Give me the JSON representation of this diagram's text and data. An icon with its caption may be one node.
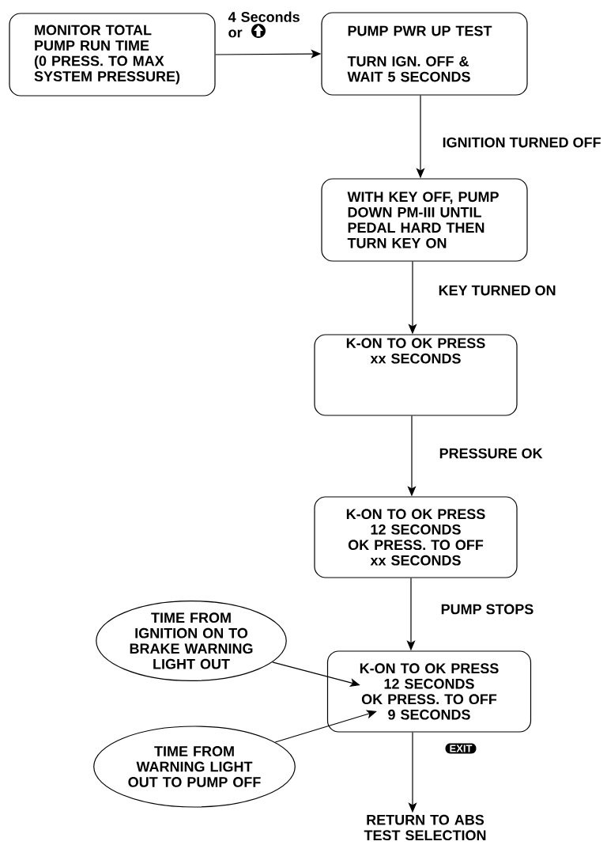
{
  "diagram": {
    "nodes": [
      {
        "text": [
          "MONITOR TOTAL PUMP RUN TIME (0 PRESS. TO MAX SYSTEM PRESSURE)"
        ]
      },
      {
        "text": [
          "PUMP PWR UP TEST",
          "TURN IGN. OFF & WAIT 5 SECONDS"
        ]
      },
      {
        "text": [
          "WITH KEY OFF, PUMP DOWN PM-III UNTIL PEDAL HARD THEN TURN KEY ON"
        ]
      },
      {
        "text": [
          "K-ON TO OK PRESS",
          "xx SECONDS"
        ]
      },
      {
        "text": [
          "K-ON TO OK PRESS",
          "12 SECONDS",
          "OK PRESS. TO OFF",
          "xx SECONDS"
        ]
      },
      {
        "text": [
          "TIME FROM IGNITION ON TO BRAKE WARNING LIGHT OUT"
        ]
      },
      {
        "text": [
          "K-ON TO OK PRESS",
          "12 SECONDS",
          "OK PRESS. TO OFF",
          "9 SECONDS"
        ]
      },
      {
        "text": [
          "TIME FROM WARNING LIGHT OUT TO PUMP OFF"
        ]
      },
      {
        "text": [
          "RETURN TO ABS TEST SELECTION"
        ]
      }
    ],
    "edges": [
      {
        "from": 0,
        "to": 1,
        "arrow": "to",
        "label": "4 Seconds or"
      },
      {
        "from": 1,
        "to": 2,
        "arrow": "to",
        "label": "IGNITION TURNED OFF"
      },
      {
        "from": 2,
        "to": 3,
        "arrow": "to",
        "label": "KEY TURNED ON"
      },
      {
        "from": 3,
        "to": 4,
        "arrow": "to",
        "label": "PRESSURE OK"
      },
      {
        "from": 4,
        "to": 6,
        "arrow": "to",
        "label": "PUMP STOPS"
      },
      {
        "from": 5,
        "to": 6,
        "arrow": "to"
      },
      {
        "from": 7,
        "to": 6,
        "arrow": "to"
      },
      {
        "from": 6,
        "to": 8,
        "arrow": "to",
        "label": "EXIT"
      }
    ]
  }
}
